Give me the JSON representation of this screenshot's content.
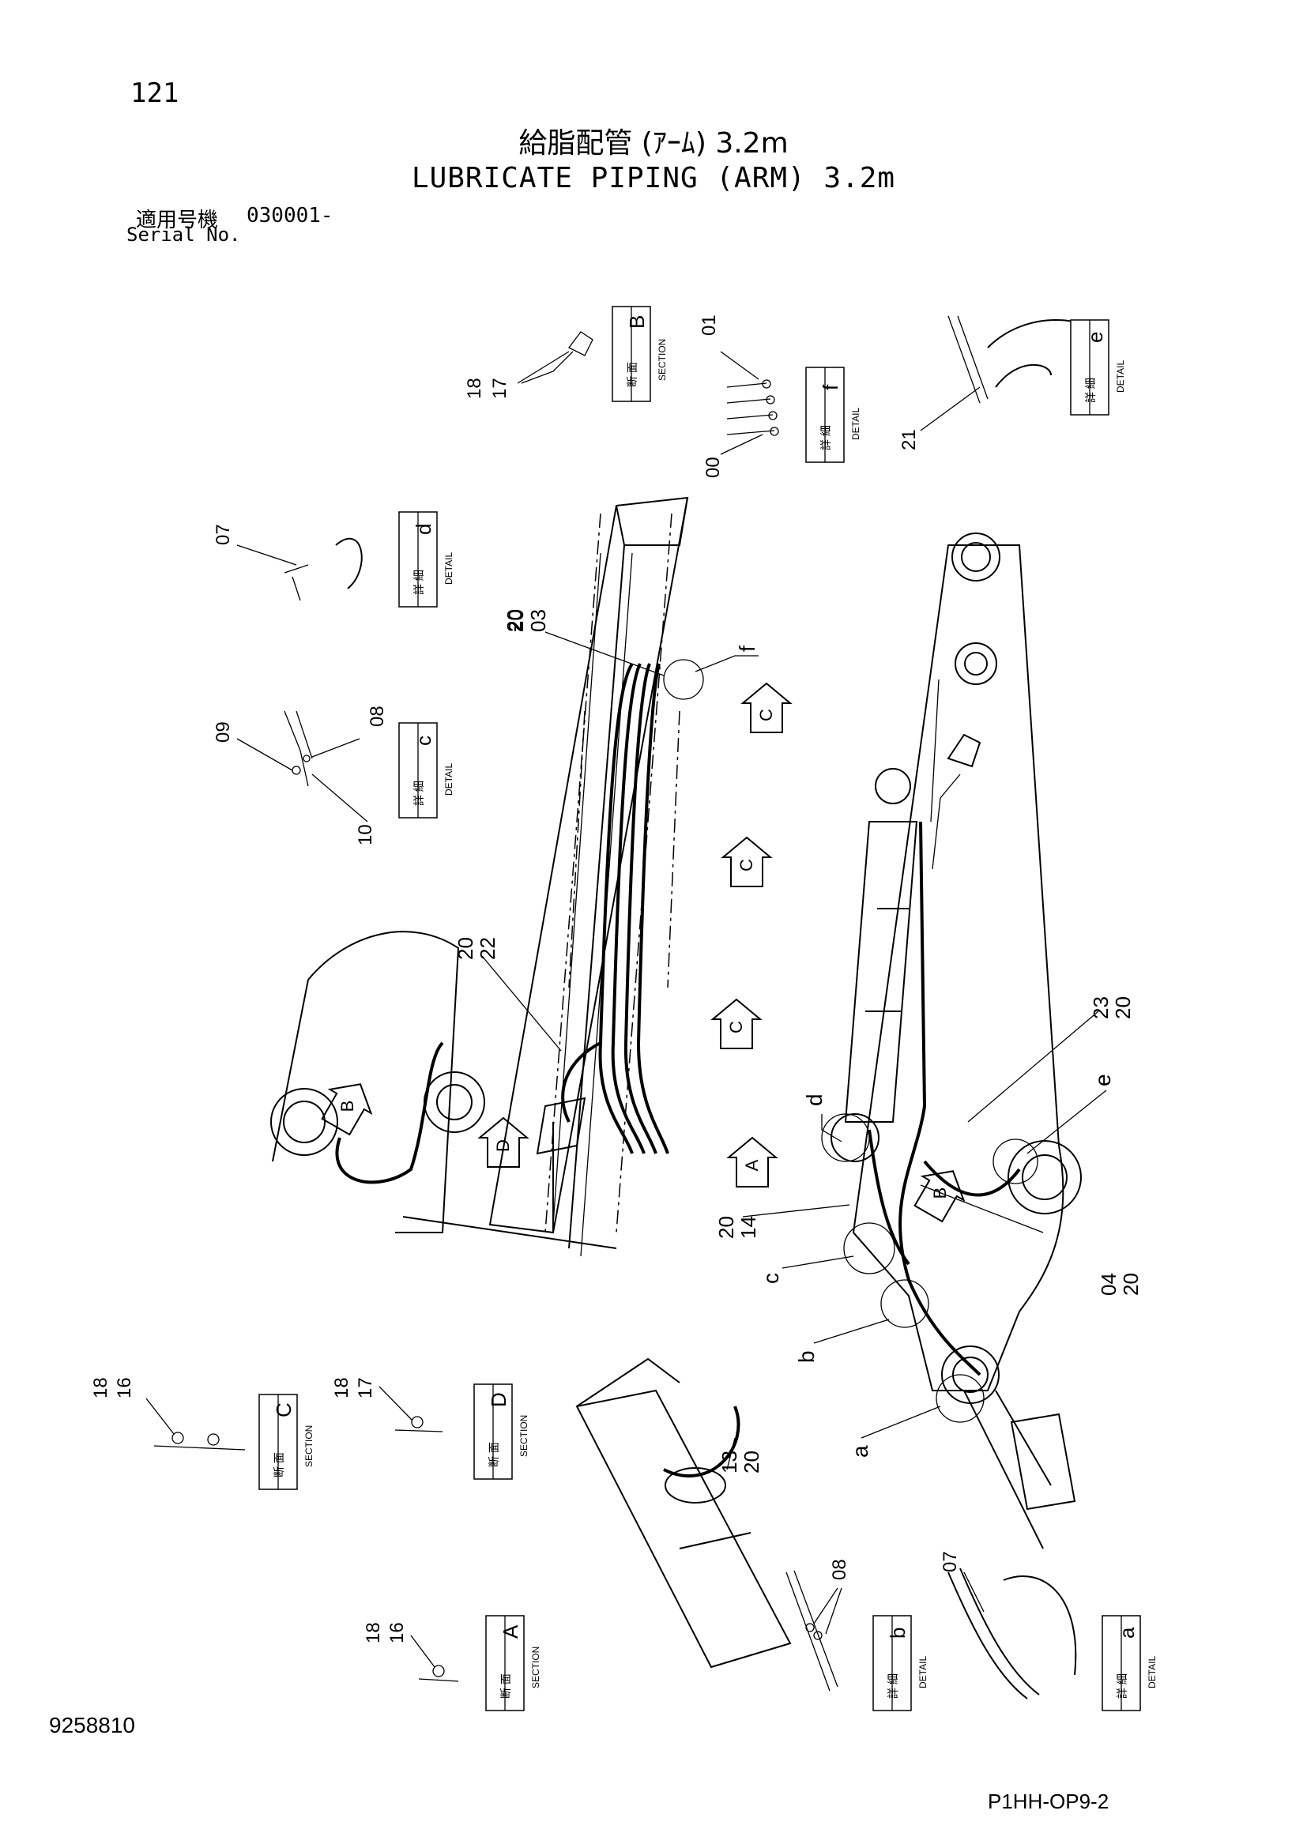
{
  "header": {
    "page_number": "121",
    "title_jp": "給脂配管 (ｱｰﾑ) 3.2m",
    "title_en": "LUBRICATE PIPING (ARM) 3.2m",
    "serial_label_jp": "適用号機",
    "serial_value": "030001-",
    "serial_label_en": "Serial No."
  },
  "footer": {
    "drawing_number": "9258810",
    "sheet_code": "P1HH-OP9-2"
  },
  "labels": {
    "jp_section": "断 面",
    "en_section": "SECTION",
    "jp_detail": "詳 細",
    "en_detail": "DETAIL"
  },
  "views": [
    {
      "kind": "section",
      "letter": "B",
      "parts": [
        "18",
        "17"
      ]
    },
    {
      "kind": "detail",
      "letter": "f",
      "parts": [
        "01",
        "00"
      ]
    },
    {
      "kind": "detail",
      "letter": "e",
      "parts": [
        "21"
      ]
    },
    {
      "kind": "detail",
      "letter": "d",
      "parts": [
        "07"
      ]
    },
    {
      "kind": "detail",
      "letter": "c",
      "parts": [
        "09",
        "08",
        "10"
      ]
    },
    {
      "kind": "section",
      "letter": "C",
      "parts": [
        "18",
        "16"
      ]
    },
    {
      "kind": "section",
      "letter": "D",
      "parts": [
        "18",
        "17"
      ]
    },
    {
      "kind": "section",
      "letter": "A",
      "parts": [
        "18",
        "16"
      ]
    },
    {
      "kind": "detail",
      "letter": "b",
      "parts": [
        "08"
      ]
    },
    {
      "kind": "detail",
      "letter": "a",
      "parts": [
        "07"
      ]
    }
  ],
  "callouts": {
    "c2003": "20\n03",
    "c2022": "20\n22",
    "c2320": "23\n20",
    "c2014": "20\n14",
    "c0420": "04\n20",
    "c1320": "13\n20",
    "f": "f",
    "e": "e",
    "d": "d",
    "c": "c",
    "b": "b",
    "a": "a"
  },
  "arrows": [
    "C",
    "C",
    "C",
    "D",
    "B",
    "A",
    "B"
  ]
}
